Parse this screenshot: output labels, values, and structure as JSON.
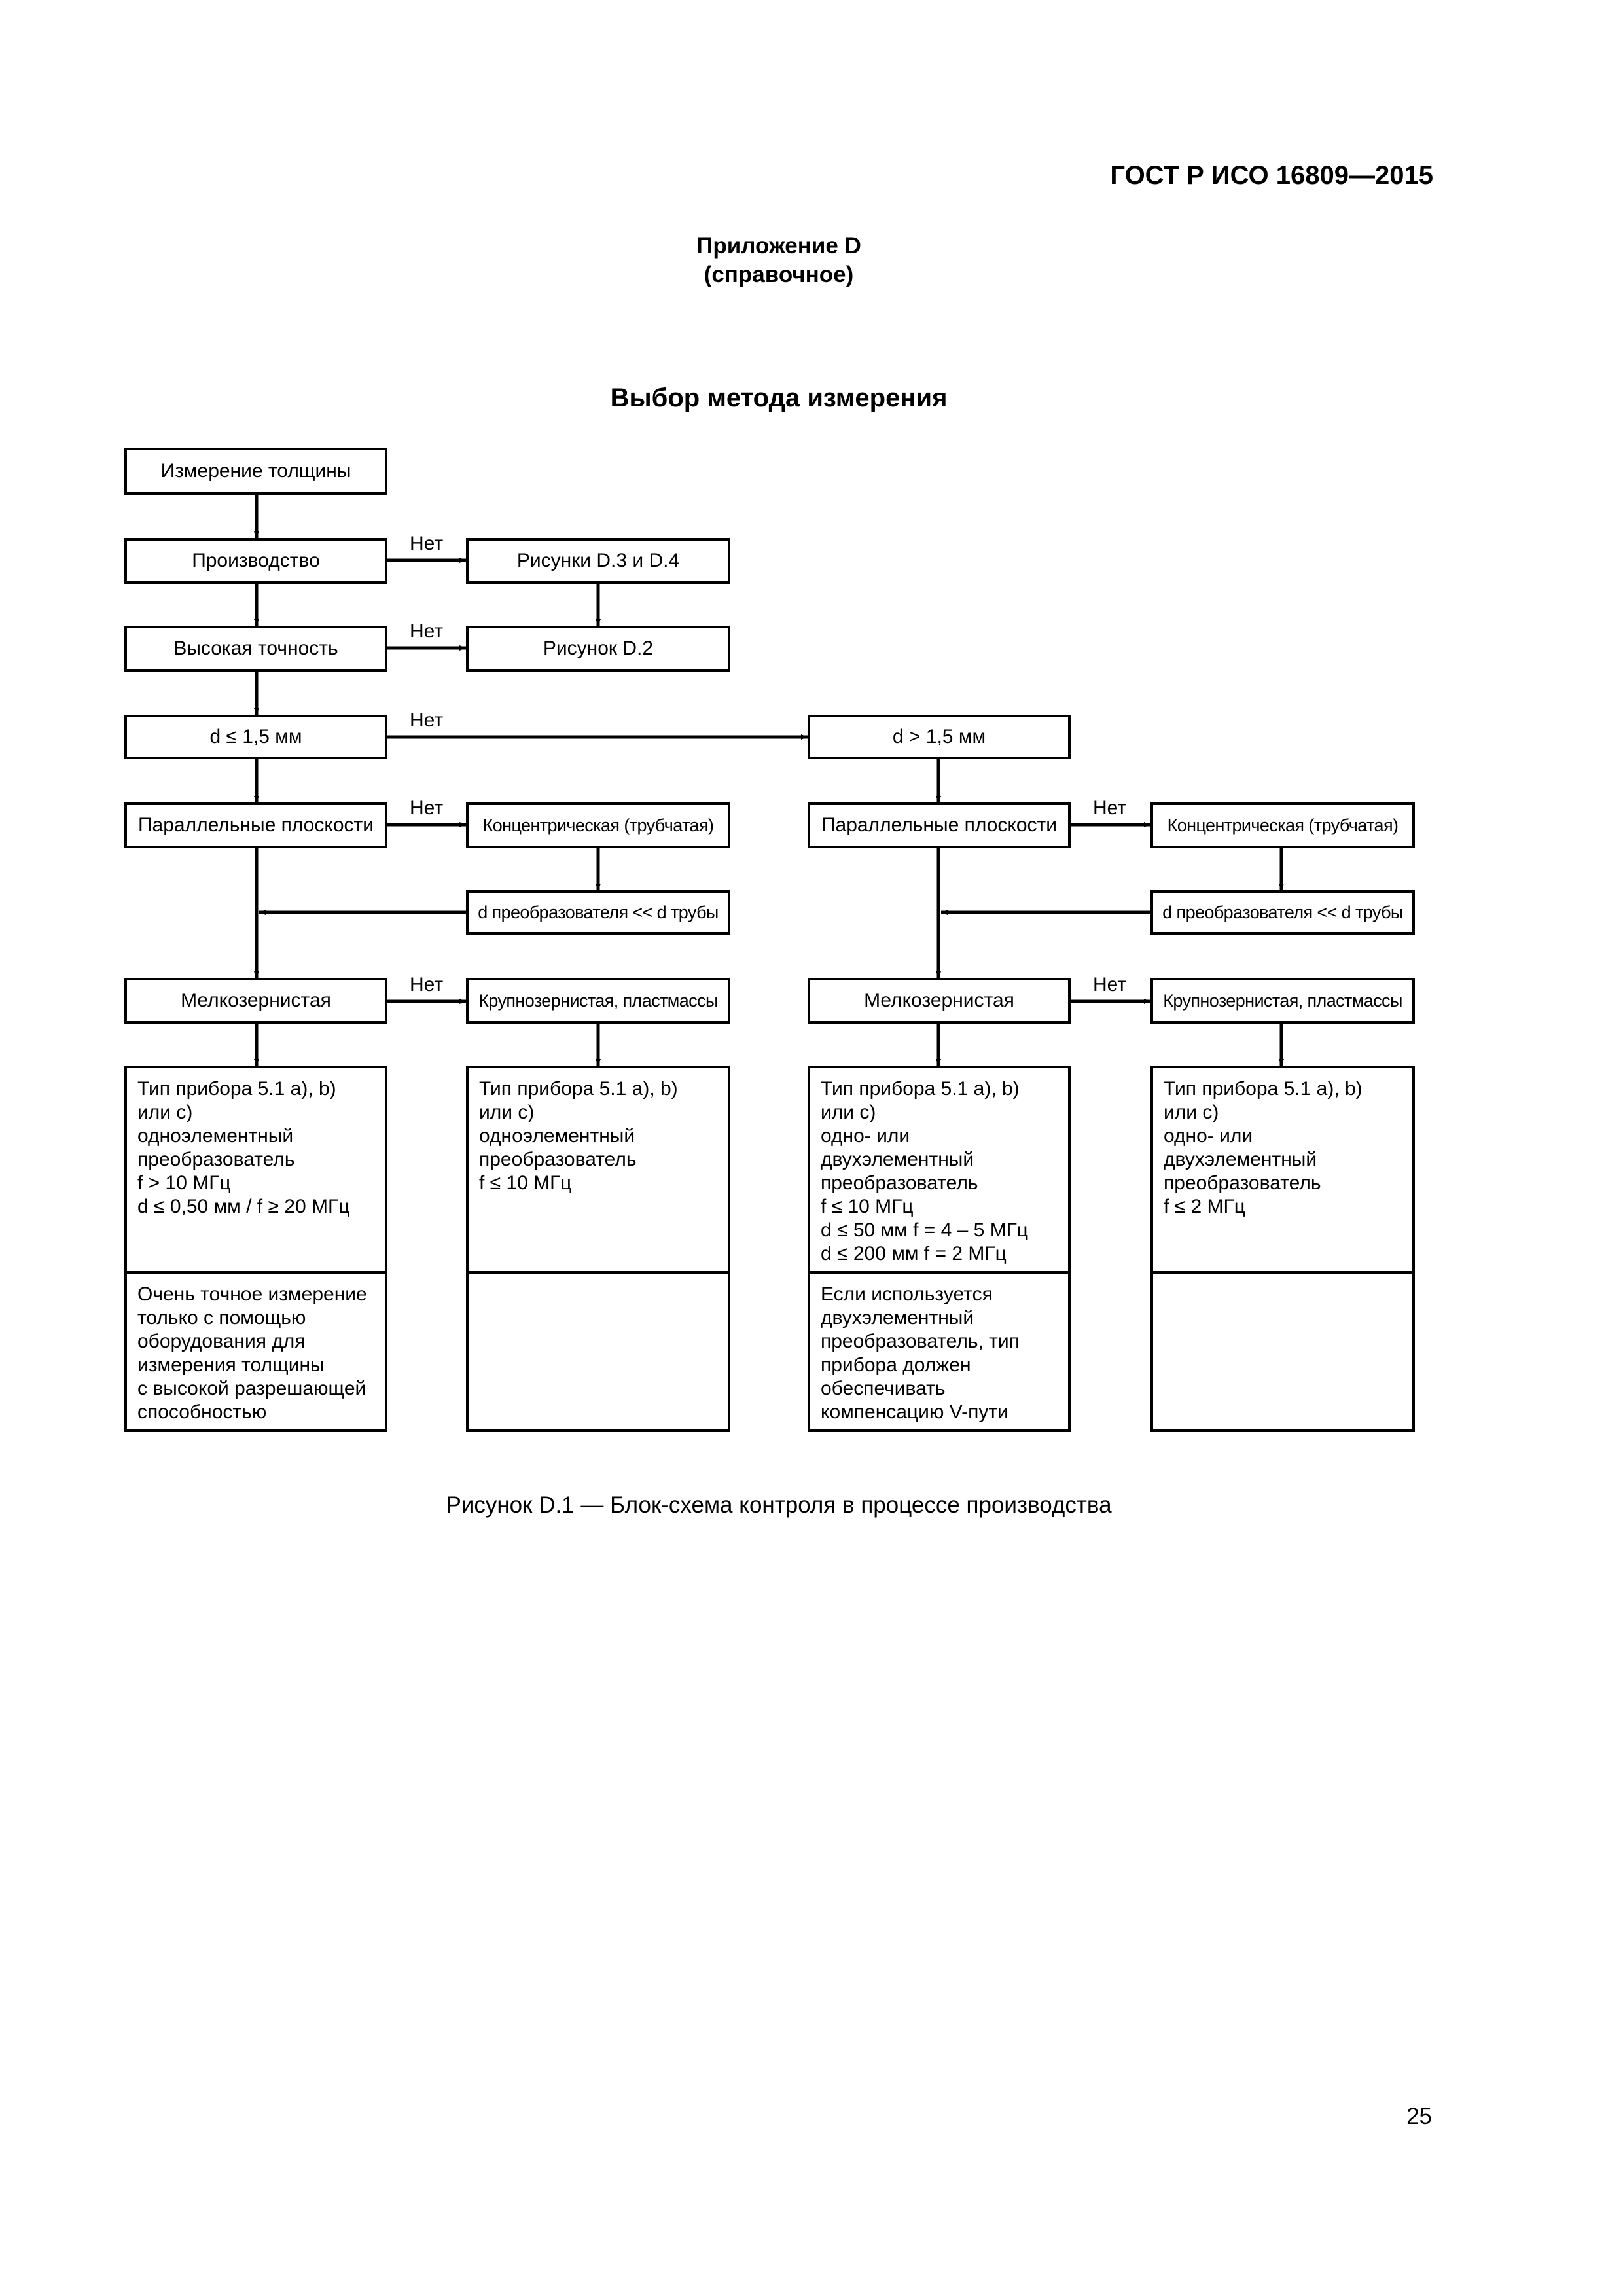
{
  "header": {
    "doc_id": "ГОСТ Р ИСО 16809—2015"
  },
  "annex": {
    "title": "Приложение D",
    "subtitle": "(справочное)"
  },
  "main_title": "Выбор метода измерения",
  "flowchart": {
    "no_label": "Нет",
    "measure": "Измерение толщины",
    "production": "Производство",
    "figures_d3_d4": "Рисунки D.3 и D.4",
    "high_accuracy": "Высокая точность",
    "figure_d2": "Рисунок D.2",
    "d_small": "d ≤ 1,5 мм",
    "d_large": "d > 1,5 мм",
    "parallel_planes": "Параллельные плоскости",
    "concentric": "Концентрическая (трубчатая)",
    "transducer_vs_pipe": "d преобразователя << d трубы",
    "fine_grained": "Мелкозернистая",
    "coarse_grained": "Крупнозернистая, пластмассы",
    "col1_spec": [
      "Тип прибора 5.1 a), b)",
      "или c)",
      "одноэлементный",
      "преобразователь",
      "f > 10 МГц",
      "d ≤ 0,50 мм / f ≥ 20 МГц"
    ],
    "col1_note": [
      "Очень точное измерение",
      "только с помощью",
      "оборудования для",
      "измерения толщины",
      "с высокой разрешающей",
      "способностью"
    ],
    "col2_spec": [
      "Тип прибора 5.1 a), b)",
      "или c)",
      "одноэлементный",
      "преобразователь",
      "f ≤ 10 МГц"
    ],
    "col3_spec": [
      "Тип прибора 5.1 a), b)",
      "или c)",
      "одно- или",
      "двухэлементный",
      "преобразователь",
      "f ≤ 10 МГц",
      "d ≤ 50 мм f = 4 – 5 МГц",
      "d ≤ 200 мм f = 2 МГц"
    ],
    "col3_note": [
      "Если используется",
      "двухэлементный",
      "преобразователь, тип",
      "прибора должен",
      "обеспечивать",
      "компенсацию V-пути"
    ],
    "col4_spec": [
      "Тип прибора 5.1 a), b)",
      "или c)",
      "одно- или",
      "двухэлементный",
      "преобразователь",
      "f ≤ 2 МГц"
    ]
  },
  "caption": "Рисунок  D.1 — Блок-схема контроля в процессе производства",
  "page_number": "25"
}
